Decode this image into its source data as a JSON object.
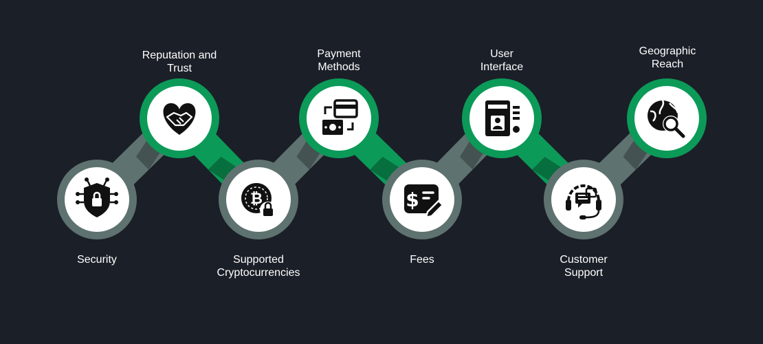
{
  "colors": {
    "background": "#1b1f28",
    "green": "#0c9a58",
    "green_dark": "#07663a",
    "gray": "#5e7270",
    "gray_dark": "#3f4d4c",
    "node_fill": "#ffffff",
    "icon": "#111111",
    "text": "#ffffff"
  },
  "steps": [
    {
      "label": "Security",
      "tone": "gray",
      "icon": "shield-lock-icon"
    },
    {
      "label": "Reputation and\nTrust",
      "tone": "green",
      "icon": "heart-handshake-icon"
    },
    {
      "label": "Supported\nCryptocurrencies",
      "tone": "gray",
      "icon": "bitcoin-lock-icon"
    },
    {
      "label": "Payment\nMethods",
      "tone": "green",
      "icon": "payment-cards-icon"
    },
    {
      "label": "Fees",
      "tone": "gray",
      "icon": "dollar-pen-icon"
    },
    {
      "label": "User\nInterface",
      "tone": "green",
      "icon": "profile-window-icon"
    },
    {
      "label": "Customer\nSupport",
      "tone": "gray",
      "icon": "headset-chat-icon"
    },
    {
      "label": "Geographic\nReach",
      "tone": "green",
      "icon": "globe-search-icon"
    }
  ]
}
